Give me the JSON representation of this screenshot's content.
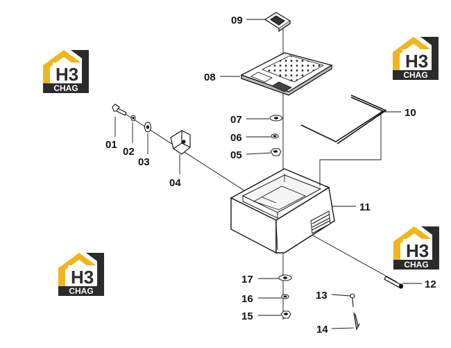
{
  "logo": {
    "mark": "H3",
    "wordmark": "CHAG",
    "colors": {
      "gold": "#f1b51c",
      "dark": "#2b2b2b",
      "light": "#ffffff"
    }
  },
  "callouts": {
    "p01": "01",
    "p02": "02",
    "p03": "03",
    "p04": "04",
    "p05": "05",
    "p06": "06",
    "p07": "07",
    "p08": "08",
    "p09": "09",
    "p10": "10",
    "p11": "11",
    "p12": "12",
    "p13": "13",
    "p14": "14",
    "p15": "15",
    "p16": "16",
    "p17": "17"
  },
  "colors": {
    "line": "#111111",
    "body": "#ffffff"
  }
}
